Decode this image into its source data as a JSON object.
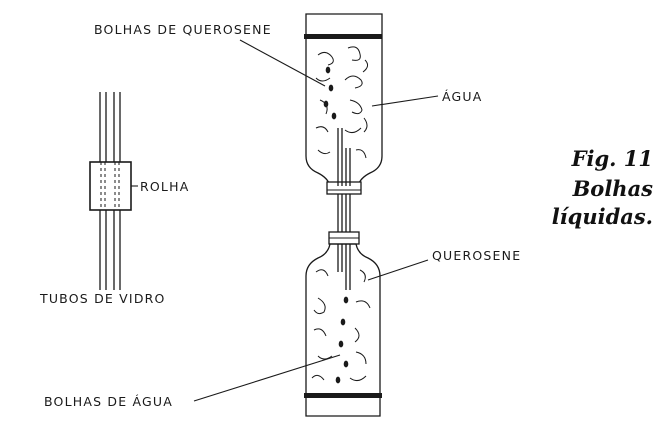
{
  "labels": {
    "bolhas_querosene": "BOLHAS DE QUEROSENE",
    "agua": "ÁGUA",
    "rolha": "ROLHA",
    "tubos_vidro": "TUBOS DE VIDRO",
    "querosene": "QUEROSENE",
    "bolhas_agua": "BOLHAS DE ÁGUA"
  },
  "caption": {
    "fig": "Fig. 11",
    "line1": "Bolhas",
    "line2": "líquidas."
  }
}
